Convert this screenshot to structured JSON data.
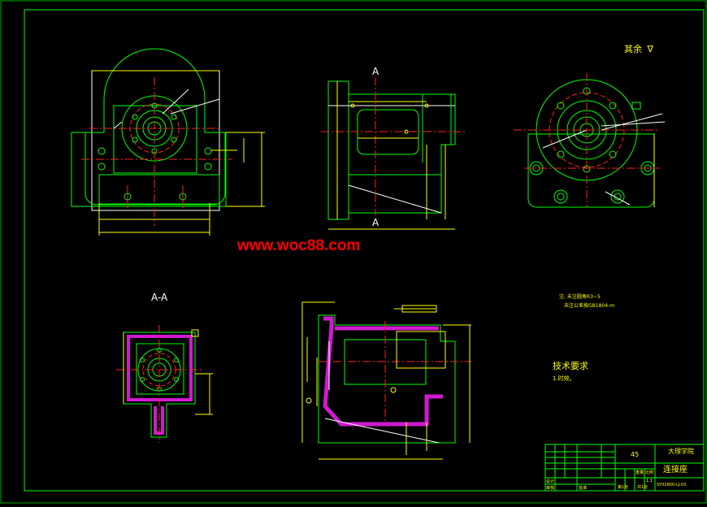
{
  "colors": {
    "background": "#000000",
    "frame": "#00ff00",
    "outline": "#00ff00",
    "dimension": "#ffff00",
    "centerline": "#ff2020",
    "hatch": "#d01ad0",
    "white_lines": "#ffffff",
    "cyan": "#00ffff",
    "watermark": "#ff0000"
  },
  "watermark": {
    "text": "www.woc88.com"
  },
  "labels": {
    "section_top": "A",
    "section_bottom": "A",
    "section_view": "A-A",
    "roughness_other": "其余",
    "roughness_symbol": "∇",
    "notes_line1": "注: 未注圆角R3~5",
    "notes_line2": "未注公差按GB1804-m",
    "tech_title": "技术要求",
    "tech_line1": "1.时效。"
  },
  "title_block": {
    "material": "45",
    "school": "大理学院",
    "part_name": "连接座",
    "drawing_no": "SY02800-LJ-03",
    "scale": "1:1",
    "sheet": "第1张",
    "sheets_total": "共1张",
    "design_label": "设计",
    "check_label": "审核",
    "approve_label": "批准",
    "weight_label": "重量",
    "scale_label": "比例"
  }
}
